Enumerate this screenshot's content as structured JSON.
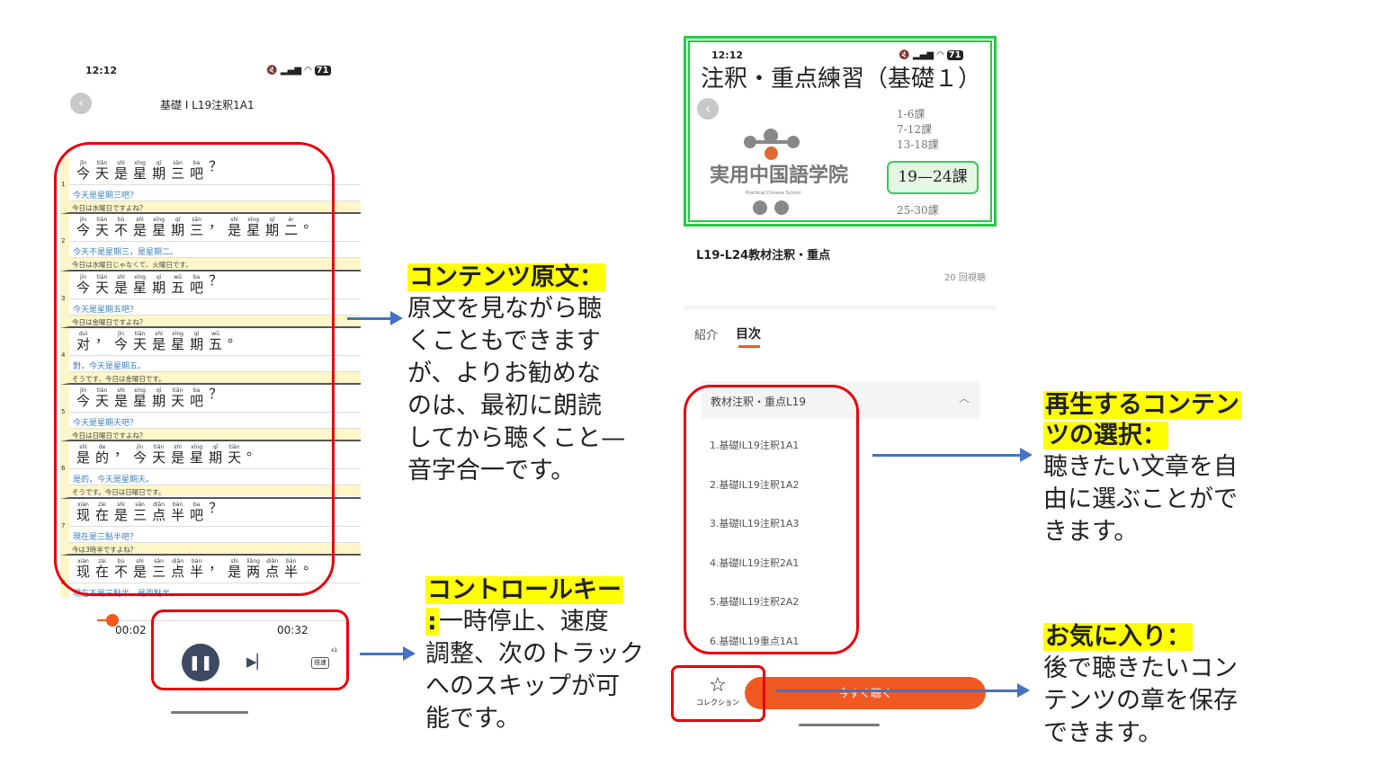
{
  "left_phone": {
    "time": "12:12",
    "battery": "71",
    "title": "基礎 I L19注釈1A1",
    "rows": [
      {
        "n": "1",
        "words": [
          [
            "jīn",
            "今"
          ],
          [
            "tiān",
            "天"
          ],
          [
            "shì",
            "是"
          ],
          [
            "xīng",
            "星"
          ],
          [
            "qī",
            "期"
          ],
          [
            "sān",
            "三"
          ],
          [
            "ba",
            "吧"
          ],
          [
            "",
            "？"
          ]
        ],
        "trad": "今天是星期三吧?",
        "ja": "今日は水曜日ですよね？"
      },
      {
        "n": "2",
        "words": [
          [
            "jīn",
            "今"
          ],
          [
            "tiān",
            "天"
          ],
          [
            "bù",
            "不"
          ],
          [
            "shì",
            "是"
          ],
          [
            "xīng",
            "星"
          ],
          [
            "qī",
            "期"
          ],
          [
            "sān",
            "三"
          ],
          [
            "",
            "，"
          ],
          [
            "shì",
            "是"
          ],
          [
            "xīng",
            "星"
          ],
          [
            "qī",
            "期"
          ],
          [
            "èr",
            "二"
          ],
          [
            "",
            "。"
          ]
        ],
        "trad": "今天不是星期三，是星期二。",
        "ja": "今日は水曜日じゃなくて、火曜日です。"
      },
      {
        "n": "3",
        "words": [
          [
            "jīn",
            "今"
          ],
          [
            "tiān",
            "天"
          ],
          [
            "shì",
            "是"
          ],
          [
            "xīng",
            "星"
          ],
          [
            "qī",
            "期"
          ],
          [
            "wǔ",
            "五"
          ],
          [
            "ba",
            "吧"
          ],
          [
            "",
            "？"
          ]
        ],
        "trad": "今天是星期五吧？",
        "ja": "今日は金曜日ですよね？"
      },
      {
        "n": "4",
        "words": [
          [
            "duì",
            "对"
          ],
          [
            "",
            "，"
          ],
          [
            "jīn",
            "今"
          ],
          [
            "tiān",
            "天"
          ],
          [
            "shì",
            "是"
          ],
          [
            "xīng",
            "星"
          ],
          [
            "qī",
            "期"
          ],
          [
            "wǔ",
            "五"
          ],
          [
            "",
            "。"
          ]
        ],
        "trad": "對，今天是星期五。",
        "ja": "そうです、今日は金曜日です。"
      },
      {
        "n": "5",
        "words": [
          [
            "jīn",
            "今"
          ],
          [
            "tiān",
            "天"
          ],
          [
            "shì",
            "是"
          ],
          [
            "xīng",
            "星"
          ],
          [
            "qī",
            "期"
          ],
          [
            "tiān",
            "天"
          ],
          [
            "ba",
            "吧"
          ],
          [
            "",
            "？"
          ]
        ],
        "trad": "今天是星期天吧？",
        "ja": "今日は日曜日ですよね？"
      },
      {
        "n": "6",
        "words": [
          [
            "shì",
            "是"
          ],
          [
            "de",
            "的"
          ],
          [
            "",
            "，"
          ],
          [
            "jīn",
            "今"
          ],
          [
            "tiān",
            "天"
          ],
          [
            "shì",
            "是"
          ],
          [
            "xīng",
            "星"
          ],
          [
            "qī",
            "期"
          ],
          [
            "tiān",
            "天"
          ],
          [
            "",
            "。"
          ]
        ],
        "trad": "是的，今天是星期天。",
        "ja": "そうです。今日は日曜日です。"
      },
      {
        "n": "7",
        "words": [
          [
            "xiàn",
            "现"
          ],
          [
            "zài",
            "在"
          ],
          [
            "shì",
            "是"
          ],
          [
            "sān",
            "三"
          ],
          [
            "diǎn",
            "点"
          ],
          [
            "bàn",
            "半"
          ],
          [
            "ba",
            "吧"
          ],
          [
            "",
            "？"
          ]
        ],
        "trad": "現在是三點半吧？",
        "ja": "今は3時半ですよね？"
      },
      {
        "n": "8",
        "words": [
          [
            "xiàn",
            "现"
          ],
          [
            "zài",
            "在"
          ],
          [
            "bù",
            "不"
          ],
          [
            "shì",
            "是"
          ],
          [
            "sān",
            "三"
          ],
          [
            "diǎn",
            "点"
          ],
          [
            "bàn",
            "半"
          ],
          [
            "",
            "，"
          ],
          [
            "shì",
            "是"
          ],
          [
            "liǎng",
            "两"
          ],
          [
            "diǎn",
            "点"
          ],
          [
            "bàn",
            "半"
          ],
          [
            "",
            "。"
          ]
        ],
        "trad": "現在不是三點半，是兩點半。",
        "ja": ""
      }
    ],
    "player": {
      "current": "00:02",
      "total": "00:32",
      "progress": 0.06,
      "speed": "倍速",
      "speed_value": "x1"
    }
  },
  "right_phone": {
    "time": "12:12",
    "battery": "71",
    "banner": {
      "title": "注釈・重点練習（基礎１）",
      "logo_text": "実用中国語学院",
      "logo_sub": "Practical Chinese School",
      "lessons": [
        "1-6課",
        "7-12課",
        "13-18課",
        "19—24課",
        "25-30課"
      ],
      "selected": "19—24課"
    },
    "course_title": "L19-L24教材注釈・重点",
    "views": "20 回視聴",
    "tabs": [
      "紹介",
      "目次"
    ],
    "active_tab": "目次",
    "section": "教材注釈・重点L19",
    "items": [
      "1.基礎IL19注釈1A1",
      "2.基礎IL19注釈1A2",
      "3.基礎IL19注釈1A3",
      "4.基礎IL19注釈2A1",
      "5.基礎IL19注釈2A2",
      "6.基礎IL19重点1A1"
    ],
    "collection": "コレクション",
    "listen": "今すぐ聴く"
  },
  "annotations": {
    "content": {
      "heading": "コンテンツ原文：",
      "lines": [
        "原文を見ながら聴",
        "くこともできます",
        "が、よりお勧めな",
        "のは、最初に朗読",
        "してから聴くこと—",
        "音字合一です。"
      ]
    },
    "control": {
      "heading": "コントロールキー",
      "lines": [
        ":一時停止、速度",
        "調整、次のトラック",
        "へのスキップが可",
        "能です。"
      ],
      "heading_colon": ":"
    },
    "select": {
      "heading": [
        "再生するコンテン",
        "ツの選択："
      ],
      "lines": [
        "聴きたい文章を自",
        "由に選ぶことがで",
        "きます。"
      ]
    },
    "favorite": {
      "heading": "お気に入り：",
      "lines": [
        "後で聴きたいコン",
        "テンツの章を保存",
        "できます。"
      ]
    }
  },
  "colors": {
    "accent": "#f05a22",
    "red": "#e8000b",
    "arrow": "#4472c4",
    "green": "#22cc44",
    "highlight": "#ffff00"
  }
}
